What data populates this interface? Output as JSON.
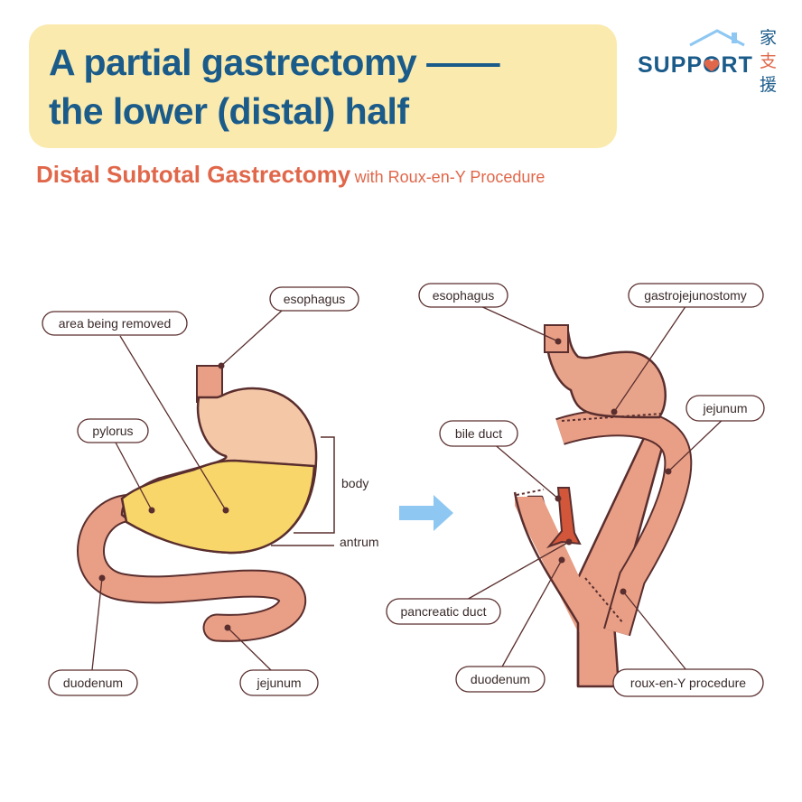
{
  "header": {
    "title_line1": "A partial gastrectomy ——",
    "title_line2": "the lower (distal) half",
    "subtitle_main": "Distal Subtotal Gastrectomy",
    "subtitle_rest": "with Roux-en-Y Procedure"
  },
  "logo": {
    "text": "SUPPORT",
    "chinese": [
      "家",
      "支",
      "援"
    ]
  },
  "left_diagram": {
    "labels": {
      "esophagus": "esophagus",
      "area_removed": "area being removed",
      "pylorus": "pylorus",
      "body": "body",
      "antrum": "antrum",
      "duodenum": "duodenum",
      "jejunum": "jejunum"
    }
  },
  "right_diagram": {
    "labels": {
      "esophagus": "esophagus",
      "gastrojejunostomy": "gastrojejunostomy",
      "jejunum": "jejunum",
      "bile_duct": "bile duct",
      "pancreatic_duct": "pancreatic duct",
      "duodenum": "duodenum",
      "roux": "roux-en-Y procedure"
    }
  },
  "colors": {
    "title_bg": "#faeaae",
    "title_text": "#1a5b8a",
    "accent": "#e0674a",
    "removed_area": "#f8d66a",
    "stomach": "#f4c8a7",
    "intestine": "#e89f86",
    "arrow": "#8dc7f2"
  }
}
